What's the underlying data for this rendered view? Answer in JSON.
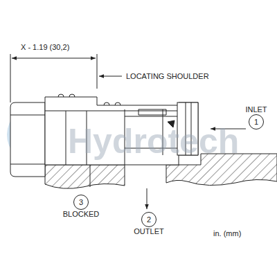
{
  "diagram": {
    "nodes": [
      {
        "text": [
          "INLET",
          "1"
        ]
      },
      {
        "text": [
          "3",
          "BLOCKED"
        ]
      },
      {
        "text": [
          "2",
          "OUTLET"
        ]
      }
    ],
    "labels": [
      "X - 1.19 (30,2)",
      "LOCATING SHOULDER",
      "in. (mm)",
      "Hydrotech"
    ]
  }
}
